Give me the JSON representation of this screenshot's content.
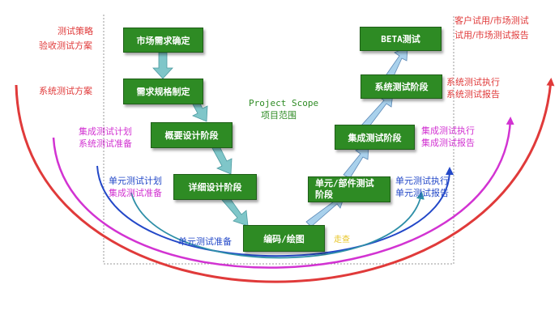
{
  "center": {
    "title": "Project Scope",
    "subtitle": "项目范围"
  },
  "left_boxes": {
    "market": "市场需求确定",
    "spec": "需求规格制定",
    "outline": "概要设计阶段",
    "detail": "详细设计阶段",
    "code": "编码/绘图"
  },
  "right_boxes": {
    "unit_line1": "单元/部件测试",
    "unit_line2": "阶段",
    "integration": "集成测试阶段",
    "system": "系统测试阶段",
    "beta": "BETA测试"
  },
  "left_labels": {
    "strategy": "测试策略",
    "acceptance_plan": "验收测试方案",
    "system_plan": "系统测试方案",
    "integration_plan": "集成测试计划",
    "system_prep": "系统测试准备",
    "unit_plan": "单元测试计划",
    "integration_prep": "集成测试准备",
    "unit_prep": "单元测试准备"
  },
  "right_labels": {
    "customer_trial": "客户试用/市场测试",
    "trial_report": "试用/市场测试报告",
    "system_exec": "系统测试执行",
    "system_report": "系统测试报告",
    "integration_exec": "集成测试执行",
    "integration_report": "集成测试报告",
    "unit_exec": "单元测试执行",
    "unit_report": "单元测试报告"
  },
  "bottom_note": "走查",
  "colors": {
    "box_green": "#2e8b24",
    "arrow_cyan": "#7fc6c9",
    "red": "#e03a3a",
    "magenta": "#d233d2",
    "blue": "#2348c8",
    "teal": "#2e8fa8",
    "yellow": "#e8c62a"
  }
}
